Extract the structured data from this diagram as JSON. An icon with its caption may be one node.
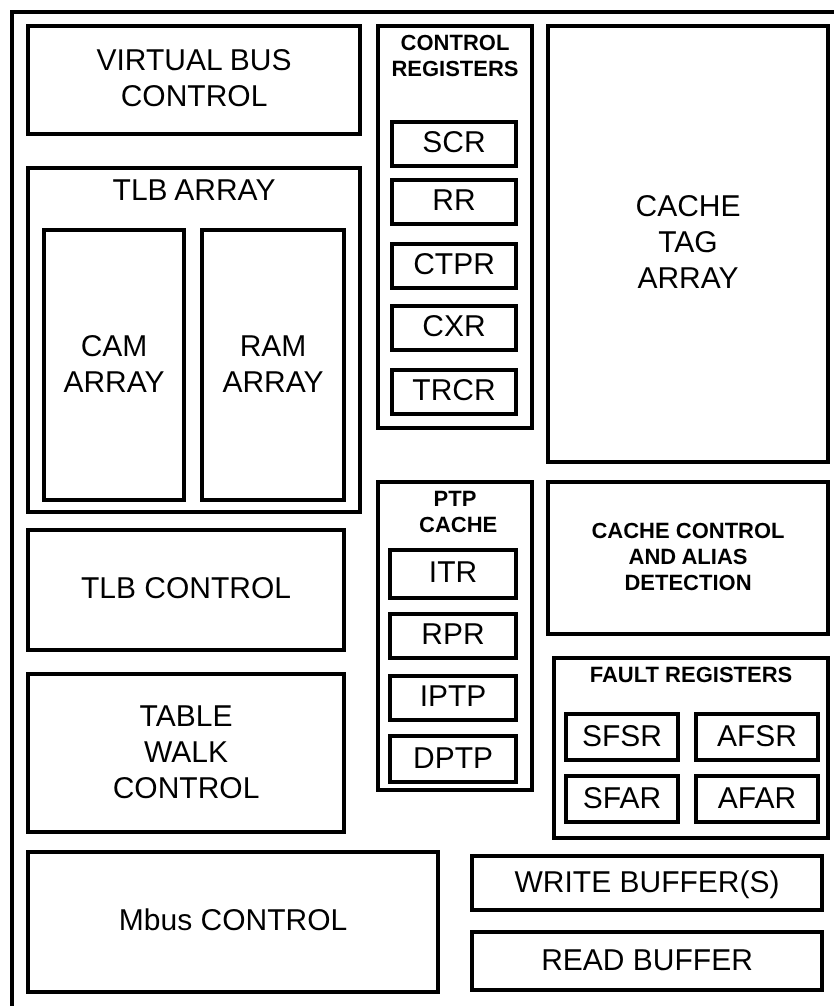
{
  "diagram": {
    "nodes": [
      {
        "text": [
          "VIRTUAL BUS CONTROL"
        ]
      },
      {
        "text": [
          "CONTROL REGISTERS"
        ]
      },
      {
        "text": [
          "SCR"
        ],
        "in": 1
      },
      {
        "text": [
          "RR"
        ],
        "in": 1
      },
      {
        "text": [
          "CTPR"
        ],
        "in": 1
      },
      {
        "text": [
          "CXR"
        ],
        "in": 1
      },
      {
        "text": [
          "TRCR"
        ],
        "in": 1
      },
      {
        "text": [
          "CACHE TAG ARRAY"
        ]
      },
      {
        "text": [
          "TLB ARRAY"
        ]
      },
      {
        "text": [
          "CAM ARRAY"
        ],
        "in": 8
      },
      {
        "text": [
          "RAM ARRAY"
        ],
        "in": 8
      },
      {
        "text": [
          "PTP CACHE"
        ]
      },
      {
        "text": [
          "ITR"
        ],
        "in": 11
      },
      {
        "text": [
          "RPR"
        ],
        "in": 11
      },
      {
        "text": [
          "IPTP"
        ],
        "in": 11
      },
      {
        "text": [
          "DPTP"
        ],
        "in": 11
      },
      {
        "text": [
          "CACHE CONTROL AND ALIAS DETECTION"
        ]
      },
      {
        "text": [
          "TLB CONTROL"
        ]
      },
      {
        "text": [
          "FAULT REGISTERS"
        ]
      },
      {
        "text": [
          "SFSR"
        ],
        "in": 18
      },
      {
        "text": [
          "AFSR"
        ],
        "in": 18
      },
      {
        "text": [
          "SFAR"
        ],
        "in": 18
      },
      {
        "text": [
          "AFAR"
        ],
        "in": 18
      },
      {
        "text": [
          "TABLE WALK CONTROL"
        ]
      },
      {
        "text": [
          "Mbus CONTROL"
        ]
      },
      {
        "text": [
          "WRITE BUFFER(S)"
        ]
      },
      {
        "text": [
          "READ BUFFER"
        ]
      }
    ],
    "edges": []
  }
}
